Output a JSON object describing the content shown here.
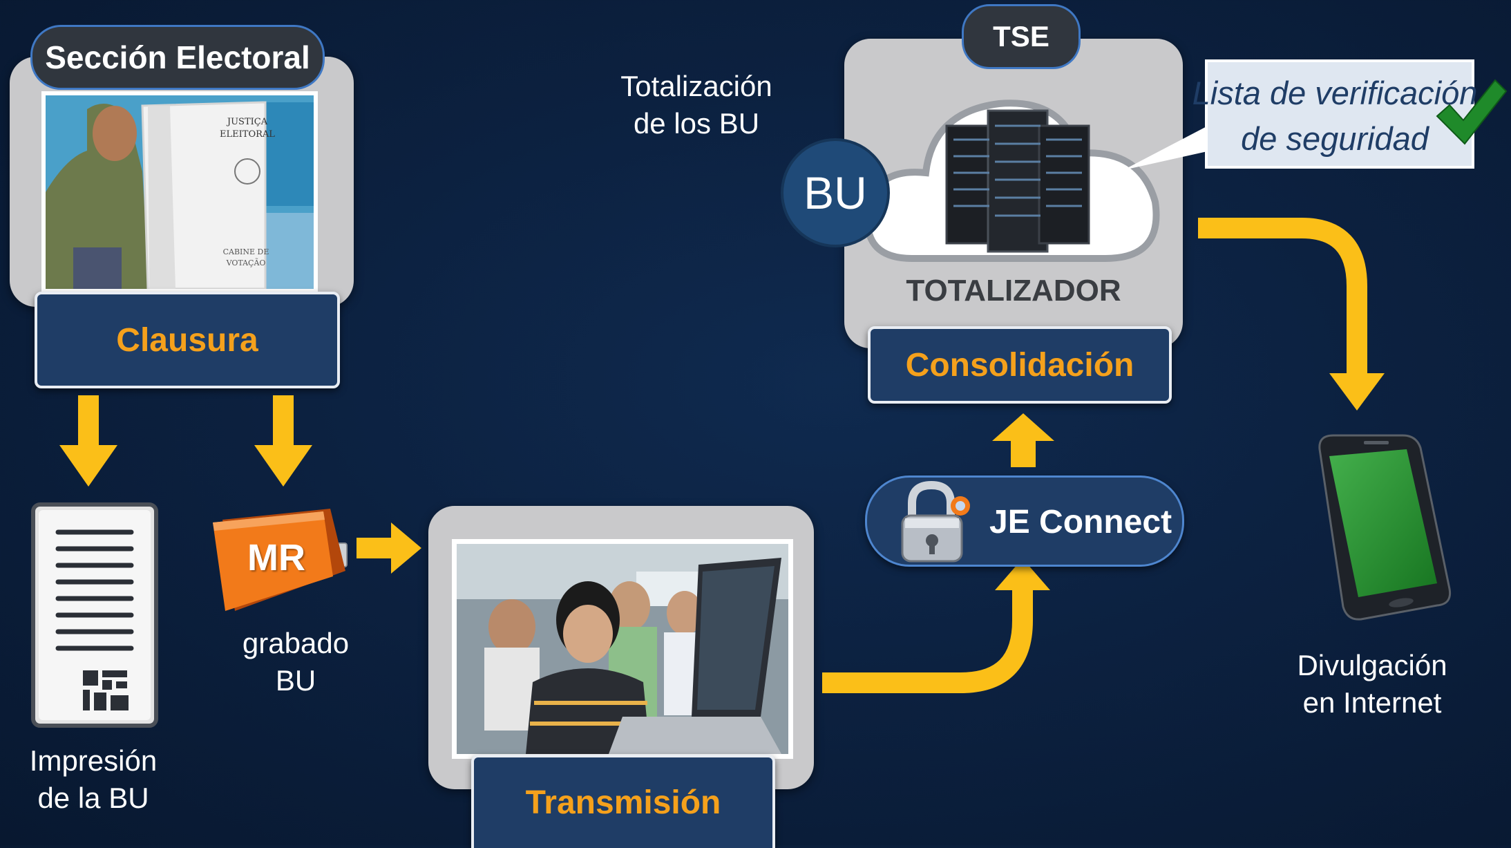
{
  "seccion": {
    "title": "Sección Electoral",
    "label": "Clausura"
  },
  "impresion": {
    "line1": "Impresión",
    "line2": "de la BU"
  },
  "mr": {
    "chip_label": "MR",
    "line1": "grabado",
    "line2": "BU"
  },
  "transmision": {
    "label": "Transmisión"
  },
  "je_connect": {
    "label": "JE Connect"
  },
  "totalizacion": {
    "line1": "Totalización",
    "line2": "de los BU"
  },
  "tse": {
    "tab": "TSE",
    "bu_badge": "BU",
    "server_label": "TOTALIZADOR",
    "label": "Consolidación"
  },
  "checklist": {
    "line1": "Lista de verificación",
    "line2": "de seguridad"
  },
  "divulgacion": {
    "line1": "Divulgación",
    "line2": "en Internet"
  },
  "colors": {
    "arrow": "#fbbf18",
    "box_bg": "#1f3d66",
    "label_orange": "#f5a11c",
    "background": "#0c2140"
  }
}
